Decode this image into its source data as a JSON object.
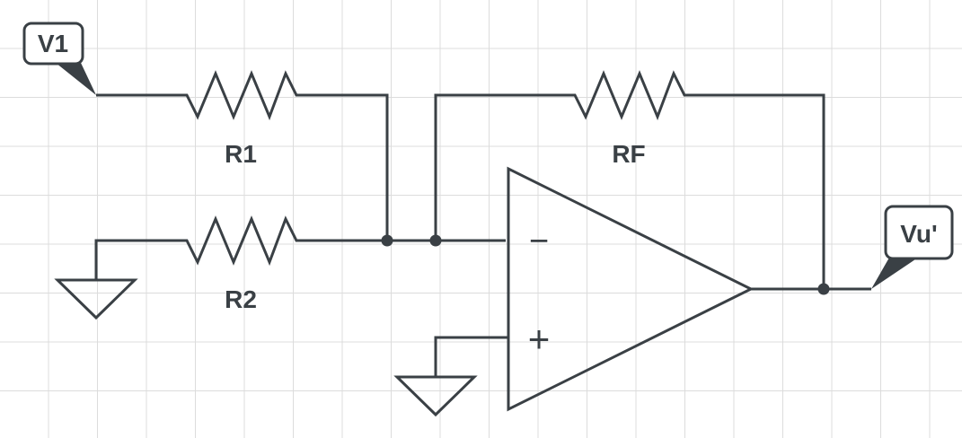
{
  "diagram": {
    "labels": {
      "input_tag": "V1",
      "output_tag": "Vu'",
      "r1": "R1",
      "r2": "R2",
      "rf": "RF",
      "inverting_sign": "−",
      "noninverting_sign": "+"
    },
    "colors": {
      "line": "#3a4045",
      "grid": "#dcdcdc",
      "background": "#ffffff"
    }
  }
}
